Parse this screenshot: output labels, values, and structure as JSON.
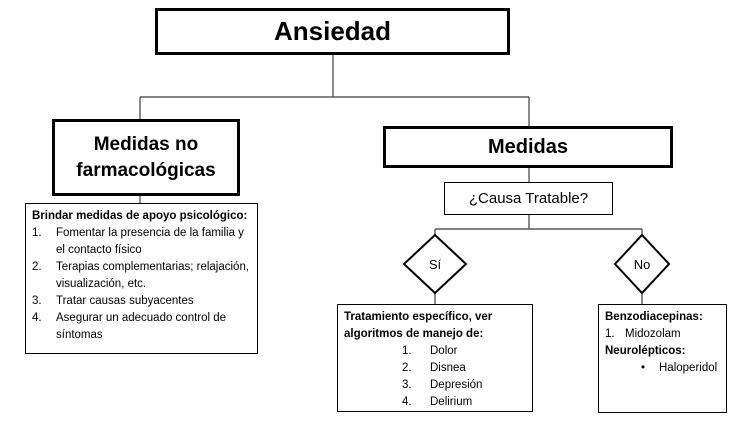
{
  "diagram": {
    "root_label": "Ansiedad",
    "left": {
      "title": "Medidas no farmacológicas",
      "detail": {
        "header": "Brindar medidas de apoyo psicológico:",
        "items": [
          {
            "num": "1.",
            "text": "Fomentar la presencia de la familia y el contacto físico"
          },
          {
            "num": "2.",
            "text": "Terapias complementarias; relajación, visualización, etc."
          },
          {
            "num": "3.",
            "text": "Tratar causas subyacentes"
          },
          {
            "num": "4.",
            "text": "Asegurar un adecuado control de síntomas"
          }
        ]
      }
    },
    "right": {
      "title": "Medidas",
      "question": "¿Causa Tratable?",
      "yes_label": "Sí",
      "no_label": "No",
      "yes_detail": {
        "header": "Tratamiento específico, ver algoritmos de manejo de:",
        "items": [
          {
            "num": "1.",
            "text": "Dolor"
          },
          {
            "num": "2.",
            "text": "Disnea"
          },
          {
            "num": "3.",
            "text": "Depresión"
          },
          {
            "num": "4.",
            "text": "Delirium"
          }
        ]
      },
      "no_detail": {
        "header1": "Benzodiacepinas:",
        "item1": {
          "num": "1.",
          "text": "Midozolam"
        },
        "header2": "Neurolépticos:",
        "bullet": {
          "marker": "•",
          "text": "Haloperidol"
        }
      }
    },
    "colors": {
      "background": "#ffffff",
      "box_border": "#000000",
      "connector": "#595959",
      "text": "#000000"
    }
  }
}
